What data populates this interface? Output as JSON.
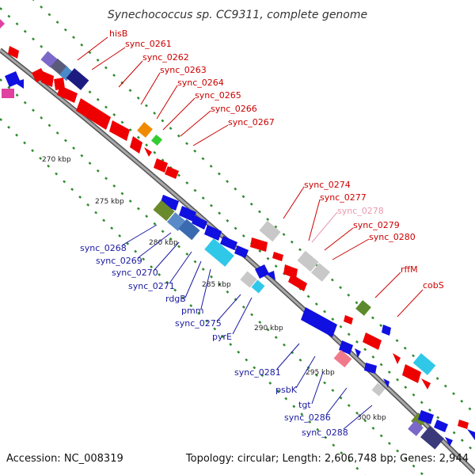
{
  "title": "Synechococcus sp. CC9311, complete genome",
  "footer": {
    "accession": "Accession: NC_008319",
    "topology": "Topology: circular; Length: 2,606,748 bp; Genes: 2,944"
  },
  "scale_ticks": [
    "270 kbp",
    "275 kbp",
    "280 kbp",
    "285 kbp",
    "290 kbp",
    "295 kbp",
    "300 kbp"
  ],
  "colors": {
    "forward_label": "#cc0000",
    "reverse_label": "#1a1aa0",
    "light_label": "#e89ab0",
    "backbone": "#888888",
    "guide_dots": "#2e8b2e"
  },
  "forward_labels": [
    "hisB",
    "sync_0261",
    "sync_0262",
    "sync_0263",
    "sync_0264",
    "sync_0265",
    "sync_0266",
    "sync_0267",
    "sync_0274",
    "sync_0277",
    "sync_0278",
    "sync_0279",
    "sync_0280",
    "rffM",
    "cobS"
  ],
  "reverse_labels": [
    "sync_0268",
    "sync_0269",
    "sync_0270",
    "sync_0271",
    "rdgB",
    "pmm",
    "sync_0275",
    "pyrE",
    "sync_0281",
    "psbK",
    "tgt",
    "sync_0286",
    "sync_0288"
  ]
}
